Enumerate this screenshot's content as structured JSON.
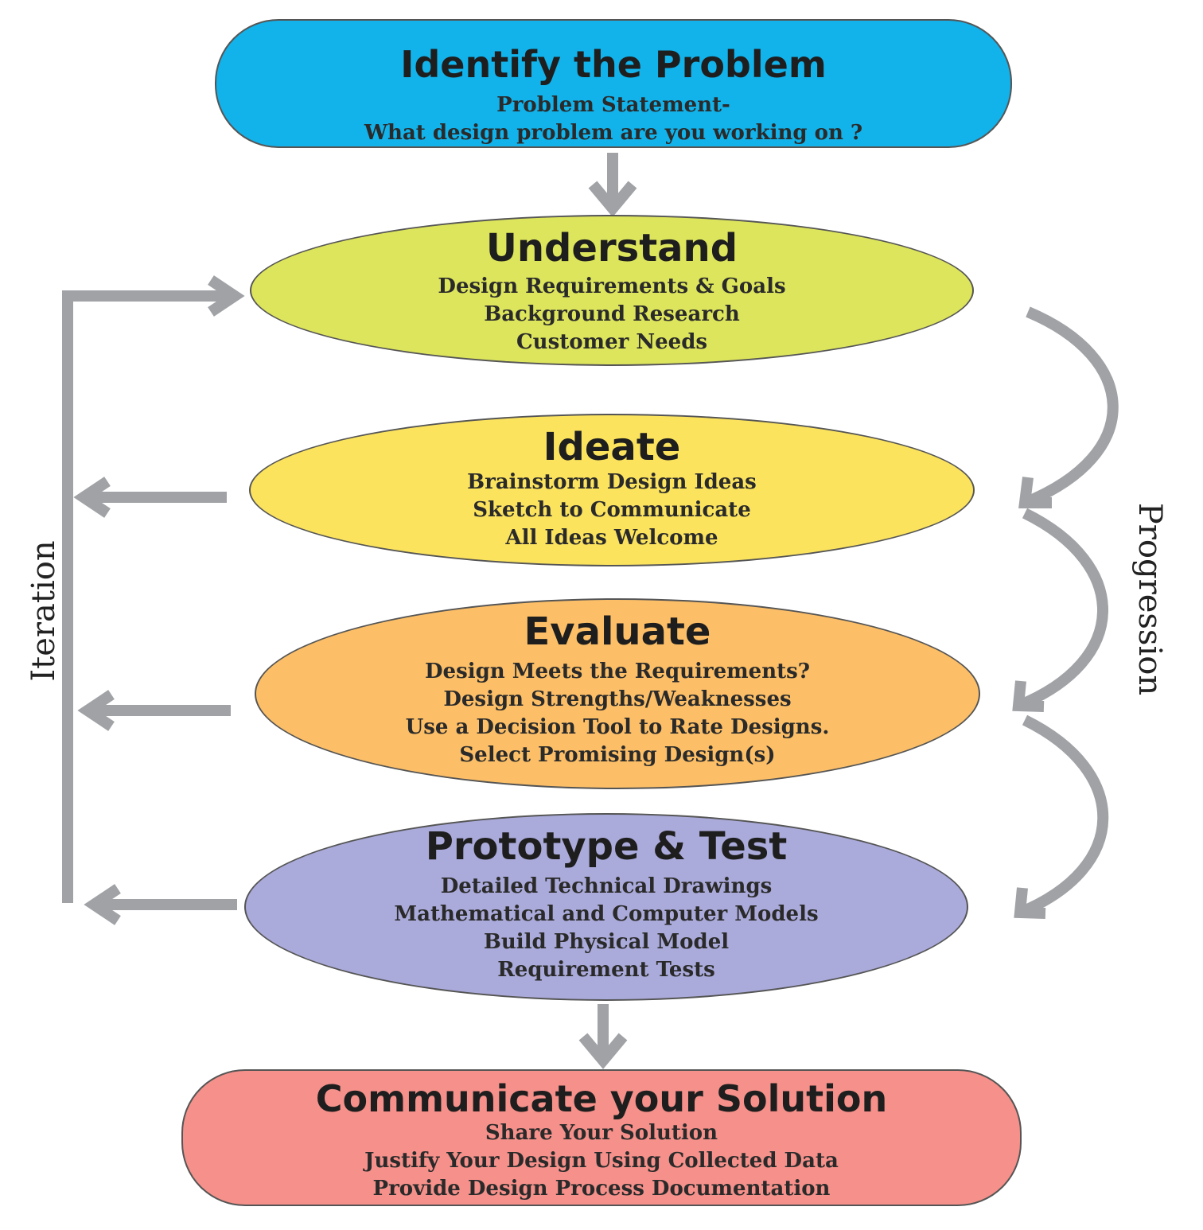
{
  "colors": {
    "identify": "#12b2ea",
    "understand": "#dde55c",
    "ideate": "#fbe35e",
    "evaluate": "#fcbf67",
    "prototype": "#aaaadb",
    "communicate": "#f5908a",
    "arrow": "#a0a2a6"
  },
  "side_labels": {
    "left": "Iteration",
    "right": "Progression"
  },
  "stages": {
    "identify": {
      "title": "Identify the Problem",
      "lines": [
        "Problem Statement-",
        "What design problem are you working on ?"
      ]
    },
    "understand": {
      "title": "Understand",
      "lines": [
        "Design Requirements & Goals",
        "Background Research",
        "Customer Needs"
      ]
    },
    "ideate": {
      "title": "Ideate",
      "lines": [
        "Brainstorm Design Ideas",
        "Sketch to Communicate",
        "All Ideas Welcome"
      ]
    },
    "evaluate": {
      "title": "Evaluate",
      "lines": [
        "Design Meets the Requirements?",
        "Design Strengths/Weaknesses",
        "Use a Decision Tool to Rate Designs.",
        "Select Promising Design(s)"
      ]
    },
    "prototype": {
      "title": "Prototype & Test",
      "lines": [
        "Detailed Technical Drawings",
        "Mathematical and Computer Models",
        "Build Physical Model",
        "Requirement Tests"
      ]
    },
    "communicate": {
      "title": "Communicate your Solution",
      "lines": [
        "Share Your Solution",
        "Justify Your Design Using Collected Data",
        "Provide Design Process Documentation"
      ]
    }
  }
}
